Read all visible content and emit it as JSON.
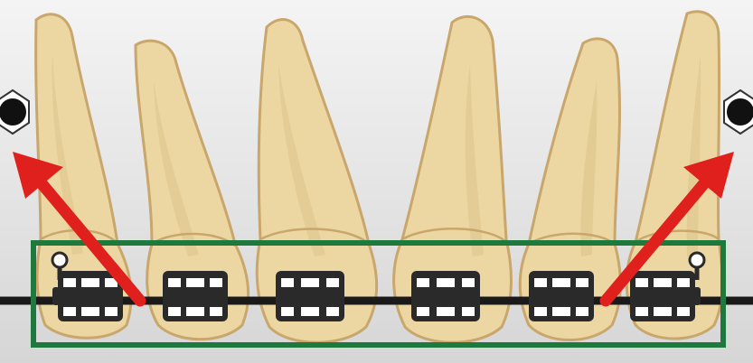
{
  "diagram": {
    "colors": {
      "background_top": "#f4f4f4",
      "background_bottom": "#d6d6d6",
      "tooth_fill": "#ecd7a2",
      "tooth_outline": "#c9a66b",
      "tooth_shadow": "#dcc28a",
      "bracket": "#2a2a2a",
      "bracket_slot": "#ffffff",
      "archwire": "#1a1a1a",
      "arrow": "#e0201c",
      "highlight_box": "#1e7a3c",
      "anchor_outer": "#ffffff",
      "anchor_inner": "#111111"
    },
    "teeth": [
      {
        "id": "tooth-1"
      },
      {
        "id": "tooth-2"
      },
      {
        "id": "tooth-3"
      },
      {
        "id": "tooth-4"
      },
      {
        "id": "tooth-5"
      },
      {
        "id": "tooth-6"
      }
    ],
    "brackets_count": 6,
    "hooks_count": 2,
    "arrows": [
      "left-arrow",
      "right-arrow"
    ],
    "anchors": [
      "left-anchor",
      "right-anchor"
    ]
  }
}
